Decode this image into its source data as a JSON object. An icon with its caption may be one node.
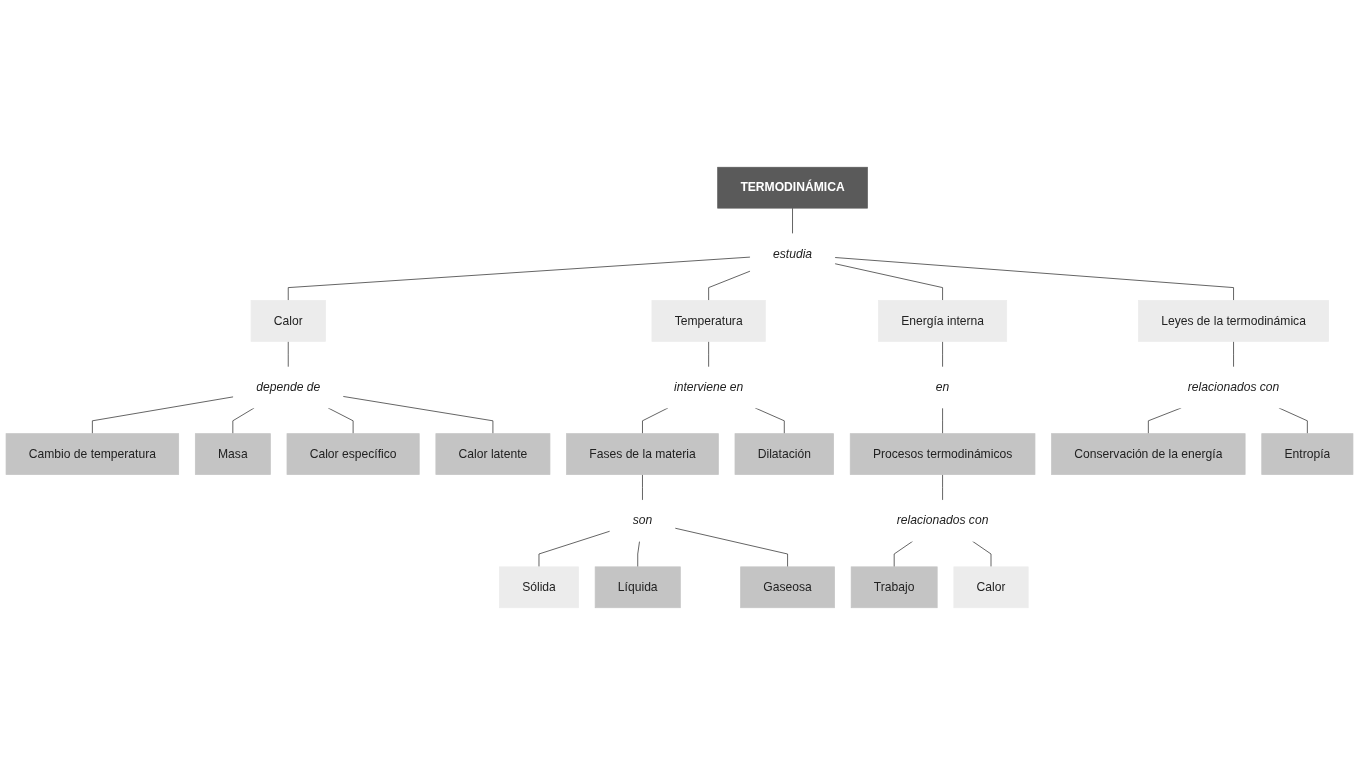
{
  "diagram": {
    "nodes": [
      {
        "text": [
          "TERMODINÁMICA"
        ]
      },
      {
        "text": [
          "estudia"
        ]
      },
      {
        "text": [
          "Calor"
        ]
      },
      {
        "text": [
          "Temperatura"
        ]
      },
      {
        "text": [
          "Energía interna"
        ]
      },
      {
        "text": [
          "Leyes de la termodinámica"
        ]
      },
      {
        "text": [
          "depende de"
        ]
      },
      {
        "text": [
          "interviene en"
        ]
      },
      {
        "text": [
          "en"
        ]
      },
      {
        "text": [
          "relacionados con"
        ]
      },
      {
        "text": [
          "Cambio de temperatura"
        ]
      },
      {
        "text": [
          "Fases de la materia"
        ]
      },
      {
        "text": [
          "Dilatación"
        ]
      },
      {
        "text": [
          "Procesos termodinámicos"
        ]
      },
      {
        "text": [
          "Conservación de la energía"
        ]
      },
      {
        "text": [
          "Masa"
        ]
      },
      {
        "text": [
          "son"
        ]
      },
      {
        "text": [
          "relacionados con"
        ]
      },
      {
        "text": [
          "Entropía"
        ]
      },
      {
        "text": [
          "Calor específico"
        ]
      },
      {
        "text": [
          "Sólida"
        ]
      },
      {
        "text": [
          "Líquida"
        ]
      },
      {
        "text": [
          "Gaseosa"
        ]
      },
      {
        "text": [
          "Trabajo"
        ]
      },
      {
        "text": [
          "Calor"
        ]
      },
      {
        "text": [
          "Calor latente"
        ]
      }
    ],
    "edges": [
      {
        "from": 0,
        "to": 1,
        "arrow": "none"
      },
      {
        "from": 1,
        "to": 2,
        "arrow": "none"
      },
      {
        "from": 1,
        "to": 3,
        "arrow": "none"
      },
      {
        "from": 1,
        "to": 4,
        "arrow": "none"
      },
      {
        "from": 1,
        "to": 5,
        "arrow": "none"
      },
      {
        "from": 2,
        "to": 6,
        "arrow": "none"
      },
      {
        "from": 3,
        "to": 7,
        "arrow": "none"
      },
      {
        "from": 4,
        "to": 8,
        "arrow": "none"
      },
      {
        "from": 5,
        "to": 9,
        "arrow": "none"
      },
      {
        "from": 6,
        "to": 10,
        "arrow": "none"
      },
      {
        "from": 6,
        "to": 15,
        "arrow": "none"
      },
      {
        "from": 6,
        "to": 19,
        "arrow": "none"
      },
      {
        "from": 6,
        "to": 25,
        "arrow": "none"
      },
      {
        "from": 7,
        "to": 11,
        "arrow": "none"
      },
      {
        "from": 7,
        "to": 12,
        "arrow": "none"
      },
      {
        "from": 8,
        "to": 13,
        "arrow": "none"
      },
      {
        "from": 9,
        "to": 14,
        "arrow": "none"
      },
      {
        "from": 9,
        "to": 18,
        "arrow": "none"
      },
      {
        "from": 11,
        "to": 16,
        "arrow": "none"
      },
      {
        "from": 16,
        "to": 20,
        "arrow": "none"
      },
      {
        "from": 16,
        "to": 21,
        "arrow": "none"
      },
      {
        "from": 16,
        "to": 22,
        "arrow": "none"
      },
      {
        "from": 13,
        "to": 17,
        "arrow": "none"
      },
      {
        "from": 17,
        "to": 23,
        "arrow": "none"
      },
      {
        "from": 17,
        "to": 24,
        "arrow": "none"
      }
    ]
  }
}
